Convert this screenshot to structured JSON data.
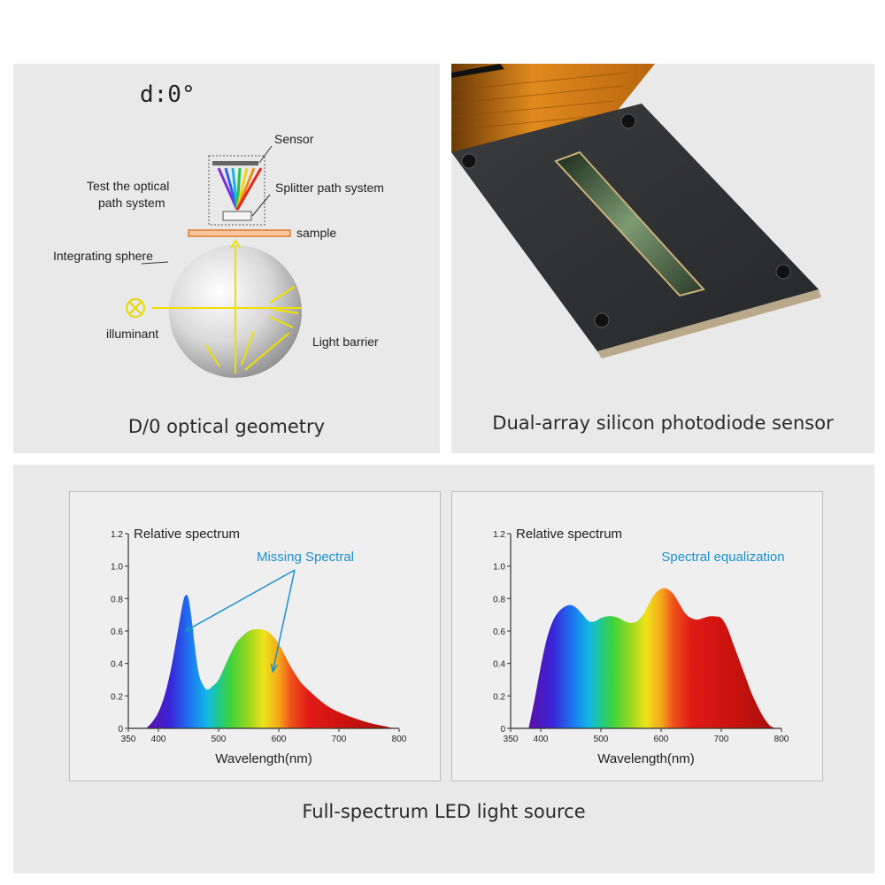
{
  "optics_panel": {
    "angle_label": "d:0°",
    "sensor_label": "Sensor",
    "test_label_line1": "Test the optical",
    "test_label_line2": "path system",
    "splitter_label": "Splitter path system",
    "sample_label": "sample",
    "sphere_label": "Integrating sphere",
    "illuminant_label": "illuminant",
    "barrier_label": "Light barrier",
    "caption": "D/0 optical geometry",
    "icons": [
      "illuminant-icon",
      "integrating-sphere-icon"
    ]
  },
  "sensor_panel": {
    "caption": "Dual-array silicon photodiode sensor",
    "image": "photodiode-sensor-photo"
  },
  "spectrum_panel": {
    "caption": "Full-spectrum LED light source"
  },
  "chart_data": [
    {
      "type": "area",
      "title": "Relative spectrum",
      "annotation": "Missing Spectral",
      "xlabel": "Wavelength(nm)",
      "ylabel": "",
      "xlim": [
        350,
        800
      ],
      "ylim": [
        0,
        1.2
      ],
      "x_ticks": [
        "350",
        "400",
        "500",
        "600",
        "700",
        "800"
      ],
      "y_ticks": [
        "0",
        "0.2",
        "0.4",
        "0.6",
        "0.8",
        "1.0",
        "1.2"
      ],
      "annotation_color": "#1a8fd0",
      "x": [
        380,
        390,
        400,
        410,
        420,
        430,
        440,
        445,
        450,
        455,
        460,
        465,
        470,
        480,
        490,
        500,
        510,
        520,
        530,
        540,
        550,
        560,
        570,
        580,
        590,
        600,
        610,
        620,
        630,
        640,
        660,
        680,
        700,
        720,
        740,
        760,
        780,
        790
      ],
      "y": [
        0.0,
        0.04,
        0.1,
        0.2,
        0.35,
        0.55,
        0.76,
        0.82,
        0.8,
        0.68,
        0.52,
        0.38,
        0.3,
        0.24,
        0.26,
        0.3,
        0.38,
        0.46,
        0.53,
        0.57,
        0.6,
        0.61,
        0.61,
        0.6,
        0.57,
        0.52,
        0.45,
        0.38,
        0.32,
        0.27,
        0.2,
        0.14,
        0.1,
        0.07,
        0.045,
        0.025,
        0.01,
        0.0
      ]
    },
    {
      "type": "area",
      "title": "Relative spectrum",
      "annotation": "Spectral equalization",
      "xlabel": "Wavelength(nm)",
      "ylabel": "",
      "xlim": [
        350,
        800
      ],
      "ylim": [
        0,
        1.2
      ],
      "x_ticks": [
        "350",
        "400",
        "500",
        "600",
        "700",
        "800"
      ],
      "y_ticks": [
        "0",
        "0.2",
        "0.4",
        "0.6",
        "0.8",
        "1.0",
        "1.2"
      ],
      "annotation_color": "#1a8fd0",
      "x": [
        380,
        390,
        400,
        410,
        420,
        430,
        440,
        450,
        460,
        470,
        480,
        490,
        500,
        510,
        520,
        530,
        540,
        550,
        560,
        570,
        580,
        590,
        600,
        610,
        620,
        630,
        640,
        650,
        660,
        670,
        680,
        690,
        700,
        710,
        720,
        730,
        740,
        750,
        760,
        770,
        780,
        790
      ],
      "y": [
        0.0,
        0.18,
        0.38,
        0.55,
        0.66,
        0.72,
        0.75,
        0.76,
        0.74,
        0.7,
        0.66,
        0.66,
        0.68,
        0.69,
        0.69,
        0.68,
        0.66,
        0.65,
        0.66,
        0.7,
        0.77,
        0.83,
        0.86,
        0.86,
        0.83,
        0.77,
        0.71,
        0.68,
        0.67,
        0.68,
        0.69,
        0.69,
        0.68,
        0.62,
        0.52,
        0.42,
        0.32,
        0.22,
        0.14,
        0.07,
        0.02,
        0.0
      ]
    }
  ]
}
